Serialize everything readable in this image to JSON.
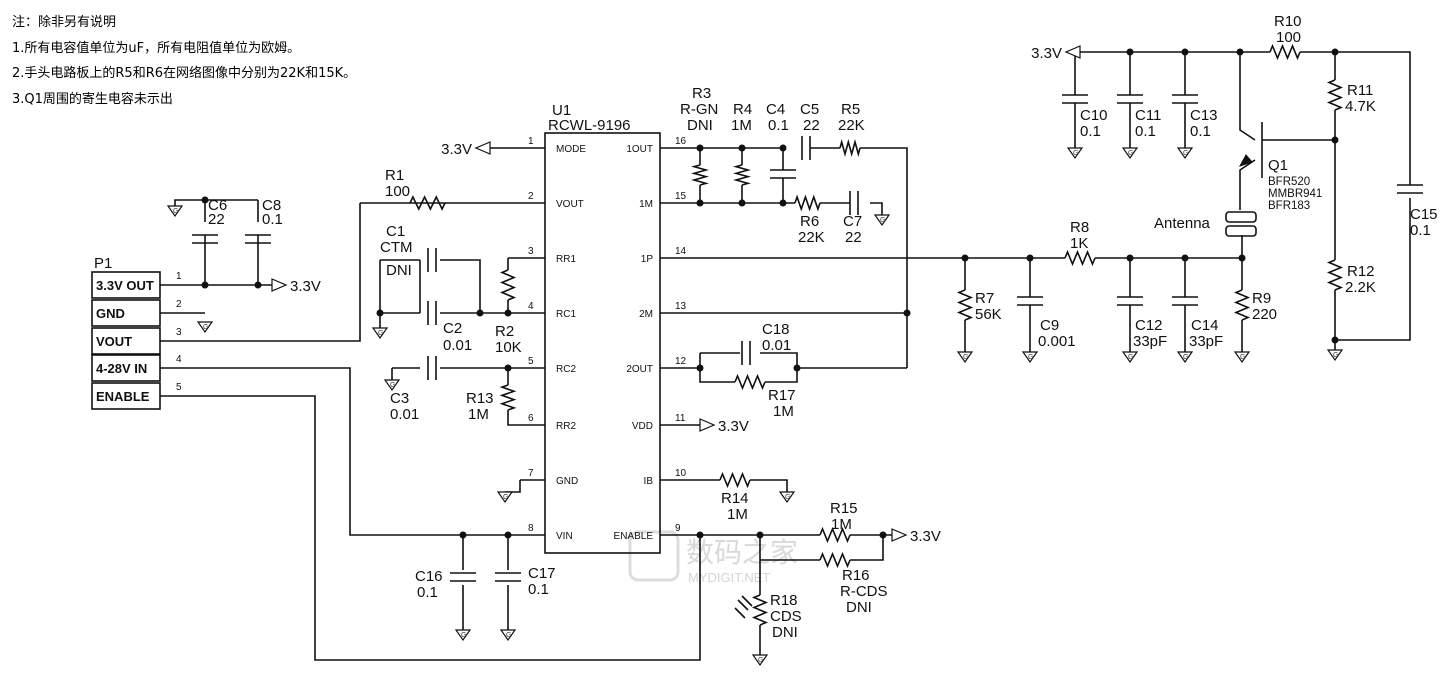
{
  "notes": {
    "title": "注：除非另有说明",
    "line1": "1.所有电容值单位为uF，所有电阻值单位为欧姆。",
    "line2": "2.手头电路板上的R5和R6在网络图像中分别为22K和15K。",
    "line3": "3.Q1周围的寄生电容未示出"
  },
  "ic": {
    "ref": "U1",
    "part": "RCWL-9196",
    "left_pins": [
      {
        "num": "1",
        "name": "MODE"
      },
      {
        "num": "2",
        "name": "VOUT"
      },
      {
        "num": "3",
        "name": "RR1"
      },
      {
        "num": "4",
        "name": "RC1"
      },
      {
        "num": "5",
        "name": "RC2"
      },
      {
        "num": "6",
        "name": "RR2"
      },
      {
        "num": "7",
        "name": "GND"
      },
      {
        "num": "8",
        "name": "VIN"
      }
    ],
    "right_pins": [
      {
        "num": "16",
        "name": "1OUT"
      },
      {
        "num": "15",
        "name": "1M"
      },
      {
        "num": "14",
        "name": "1P"
      },
      {
        "num": "13",
        "name": "2M"
      },
      {
        "num": "12",
        "name": "2OUT"
      },
      {
        "num": "11",
        "name": "VDD"
      },
      {
        "num": "10",
        "name": "IB"
      },
      {
        "num": "9",
        "name": "ENABLE"
      }
    ]
  },
  "connector": {
    "ref": "P1",
    "pins": [
      {
        "num": "1",
        "label": "3.3V OUT"
      },
      {
        "num": "2",
        "label": "GND"
      },
      {
        "num": "3",
        "label": "VOUT"
      },
      {
        "num": "4",
        "label": "4-28V IN"
      },
      {
        "num": "5",
        "label": "ENABLE"
      }
    ]
  },
  "power_label": "3.3V",
  "ground_glyph": "G",
  "components": {
    "C6": {
      "ref": "C6",
      "val": "22"
    },
    "C8": {
      "ref": "C8",
      "val": "0.1"
    },
    "R1": {
      "ref": "R1",
      "val": "100"
    },
    "C1": {
      "ref": "C1",
      "val": "CTM",
      "extra": "DNI"
    },
    "C2": {
      "ref": "C2",
      "val": "0.01"
    },
    "R2": {
      "ref": "R2",
      "val": "10K"
    },
    "C3": {
      "ref": "C3",
      "val": "0.01"
    },
    "R13": {
      "ref": "R13",
      "val": "1M"
    },
    "C16": {
      "ref": "C16",
      "val": "0.1"
    },
    "C17": {
      "ref": "C17",
      "val": "0.1"
    },
    "R3": {
      "ref": "R3",
      "val": "R-GN",
      "extra": "DNI"
    },
    "R4": {
      "ref": "R4",
      "val": "1M"
    },
    "C4": {
      "ref": "C4",
      "val": "0.1"
    },
    "C5": {
      "ref": "C5",
      "val": "22"
    },
    "R5": {
      "ref": "R5",
      "val": "22K"
    },
    "R6": {
      "ref": "R6",
      "val": "22K"
    },
    "C7": {
      "ref": "C7",
      "val": "22"
    },
    "C18": {
      "ref": "C18",
      "val": "0.01"
    },
    "R17": {
      "ref": "R17",
      "val": "1M"
    },
    "R14": {
      "ref": "R14",
      "val": "1M"
    },
    "R15": {
      "ref": "R15",
      "val": "1M"
    },
    "R16": {
      "ref": "R16",
      "val": "R-CDS",
      "extra": "DNI"
    },
    "R18": {
      "ref": "R18",
      "val": "CDS",
      "extra": "DNI"
    },
    "R7": {
      "ref": "R7",
      "val": "56K"
    },
    "C9": {
      "ref": "C9",
      "val": "0.001"
    },
    "R8": {
      "ref": "R8",
      "val": "1K"
    },
    "C12": {
      "ref": "C12",
      "val": "33pF"
    },
    "C14": {
      "ref": "C14",
      "val": "33pF"
    },
    "R9": {
      "ref": "R9",
      "val": "220"
    },
    "R10": {
      "ref": "R10",
      "val": "100"
    },
    "C10": {
      "ref": "C10",
      "val": "0.1"
    },
    "C11": {
      "ref": "C11",
      "val": "0.1"
    },
    "C13": {
      "ref": "C13",
      "val": "0.1"
    },
    "R11": {
      "ref": "R11",
      "val": "4.7K"
    },
    "R12": {
      "ref": "R12",
      "val": "2.2K"
    },
    "C15": {
      "ref": "C15",
      "val": "0.1"
    },
    "Q1": {
      "ref": "Q1",
      "parts": [
        "BFR520",
        "MMBR941",
        "BFR183"
      ]
    }
  },
  "antenna_label": "Antenna",
  "watermark": {
    "main": "数码之家",
    "sub": "MYDIGIT.NET"
  }
}
